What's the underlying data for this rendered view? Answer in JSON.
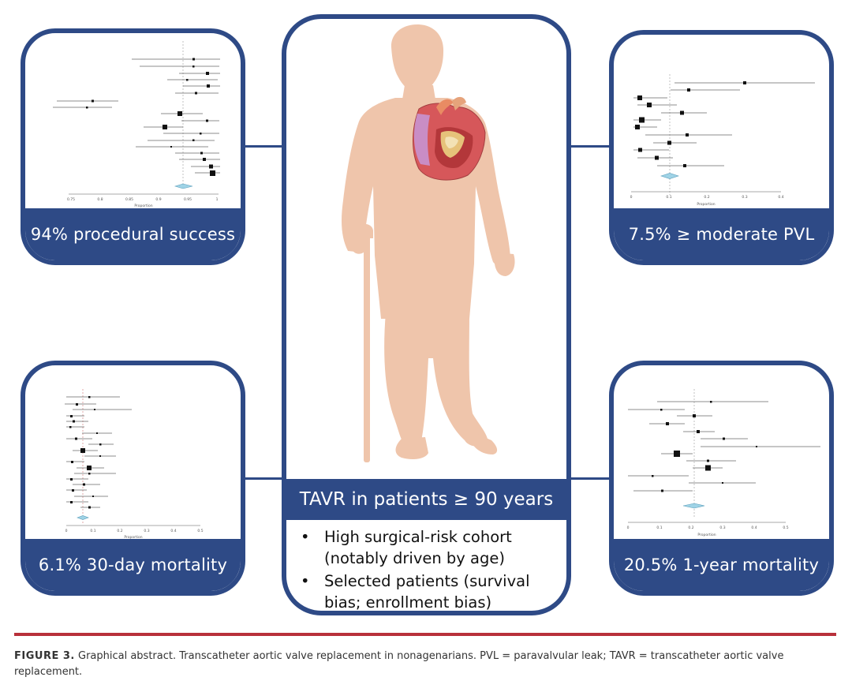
{
  "panels": {
    "top_left": {
      "label": "94% procedural success",
      "x_axis_title": "Proportion",
      "ticks": [
        "0.75",
        "0.8",
        "0.85",
        "0.9",
        "0.95",
        "1"
      ]
    },
    "top_right": {
      "label": "7.5% ≥ moderate PVL",
      "x_axis_title": "Proportion",
      "ticks": [
        "0",
        "0.1",
        "0.2",
        "0.3",
        "0.4"
      ]
    },
    "bottom_left": {
      "label": "6.1% 30-day mortality",
      "x_axis_title": "Proportion",
      "ticks": [
        "0",
        "0.1",
        "0.2",
        "0.3",
        "0.4",
        "0.5"
      ]
    },
    "bottom_right": {
      "label": "20.5% 1-year mortality",
      "x_axis_title": "Proportion",
      "ticks": [
        "0",
        "0.1",
        "0.2",
        "0.3",
        "0.4",
        "0.5"
      ]
    }
  },
  "center": {
    "title": "TAVR in patients ≥ 90 years",
    "bullet_char": "•",
    "bullets": [
      "High surgical-risk cohort (notably driven by age)",
      "Selected patients (survival bias; enrollment bias)"
    ]
  },
  "caption": {
    "label": "FIGURE 3.",
    "text": " Graphical abstract. Transcatheter aortic valve replacement in nonagenarians. PVL = paravalvular leak; TAVR = transcatheter aortic valve replacement."
  },
  "colors": {
    "frame": "#2e4a86",
    "silhouette": "#efc5ab",
    "rule": "#b8303a",
    "diamond": "#9fd3e6"
  }
}
